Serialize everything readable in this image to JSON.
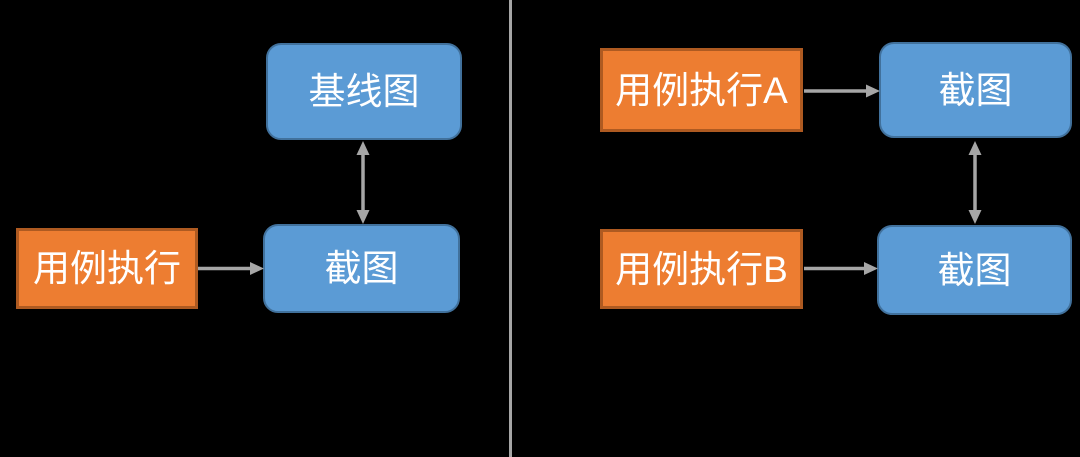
{
  "colors": {
    "background": "#000000",
    "orange_fill": "#ED7D31",
    "orange_border": "#AE5A21",
    "blue_fill": "#5B9BD5",
    "blue_border": "#41719C",
    "arrow": "#A6A6A6",
    "divider": "#A6A6A6",
    "label_text": "#FFFFFF"
  },
  "diagram": {
    "left": {
      "case_exec": "用例执行",
      "baseline": "基线图",
      "screenshot": "截图"
    },
    "right": {
      "case_exec_a": "用例执行A",
      "screenshot_a": "截图",
      "case_exec_b": "用例执行B",
      "screenshot_b": "截图"
    }
  }
}
